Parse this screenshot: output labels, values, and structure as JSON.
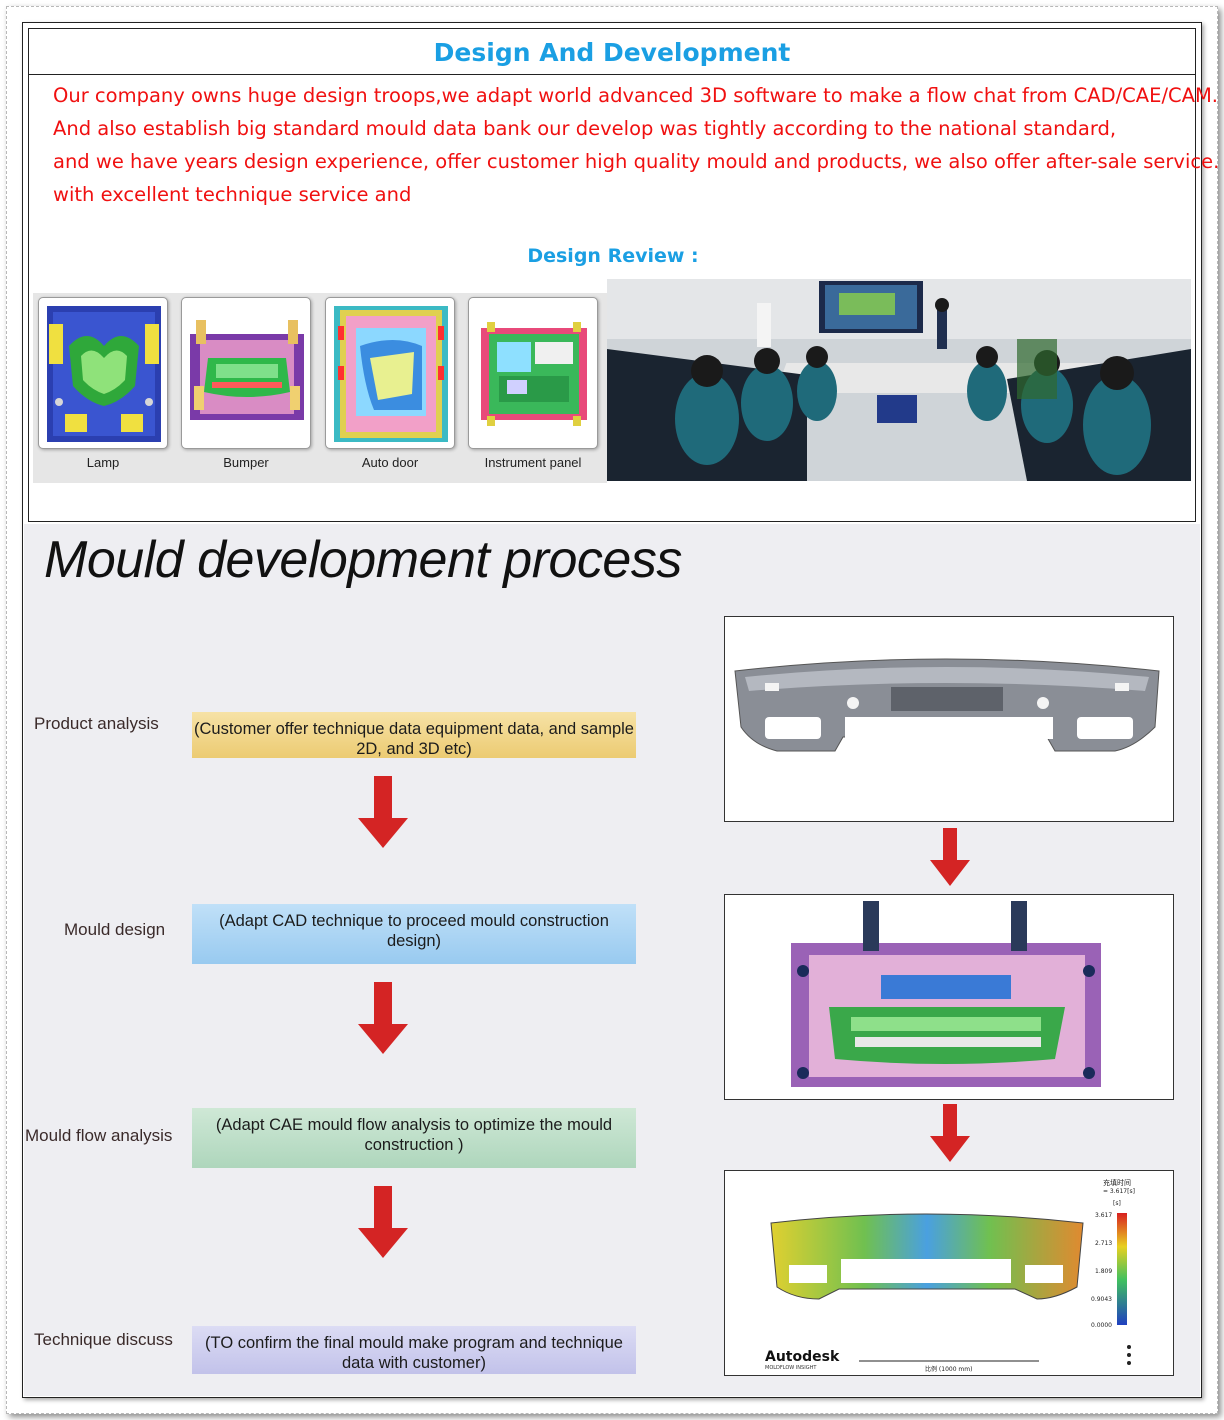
{
  "design": {
    "title": "Design And Development",
    "intro_lines": [
      "Our company owns huge design troops,we adapt world advanced 3D software to make a flow chat from CAD/CAE/CAM.",
      "And also establish big standard mould data bank our develop was tightly according to the national standard,",
      "and we have years design experience, offer customer high quality mould and products, we also offer after-sale service.",
      "with excellent technique service and"
    ],
    "review_title": "Design Review :",
    "thumbnails": [
      {
        "label": "Lamp"
      },
      {
        "label": "Bumper"
      },
      {
        "label": "Auto door"
      },
      {
        "label": "Instrument panel"
      }
    ]
  },
  "process": {
    "title": "Mould development process",
    "steps": [
      {
        "label": "Product analysis",
        "desc": "(Customer offer technique data equipment data, and sample 2D, and 3D etc)",
        "color": "#f0cf7a"
      },
      {
        "label": "Mould design",
        "desc": "(Adapt CAD technique to proceed mould construction design)",
        "color": "#a6d2f2"
      },
      {
        "label": "Mould flow analysis",
        "desc": "(Adapt CAE mould flow analysis to optimize the mould construction )",
        "color": "#b8dcc4"
      },
      {
        "label": "Technique discuss",
        "desc": "(TO confirm the final mould make program and technique data with customer)",
        "color": "#c8c8ec"
      }
    ],
    "flow_panel": {
      "brand": "Autodesk",
      "brand_sub": "MOLDFLOW INSIGHT",
      "legend_title": "充填时间",
      "legend_max": "= 3.617[s]",
      "legend_unit": "[s]",
      "legend_values": [
        "3.617",
        "2.713",
        "1.809",
        "0.9043",
        "0.0000"
      ],
      "scale_label": "比例 (1000 mm)"
    }
  },
  "colors": {
    "title_blue": "#1a9fe3",
    "intro_red": "#f01010",
    "arrow_red": "#d42424"
  }
}
